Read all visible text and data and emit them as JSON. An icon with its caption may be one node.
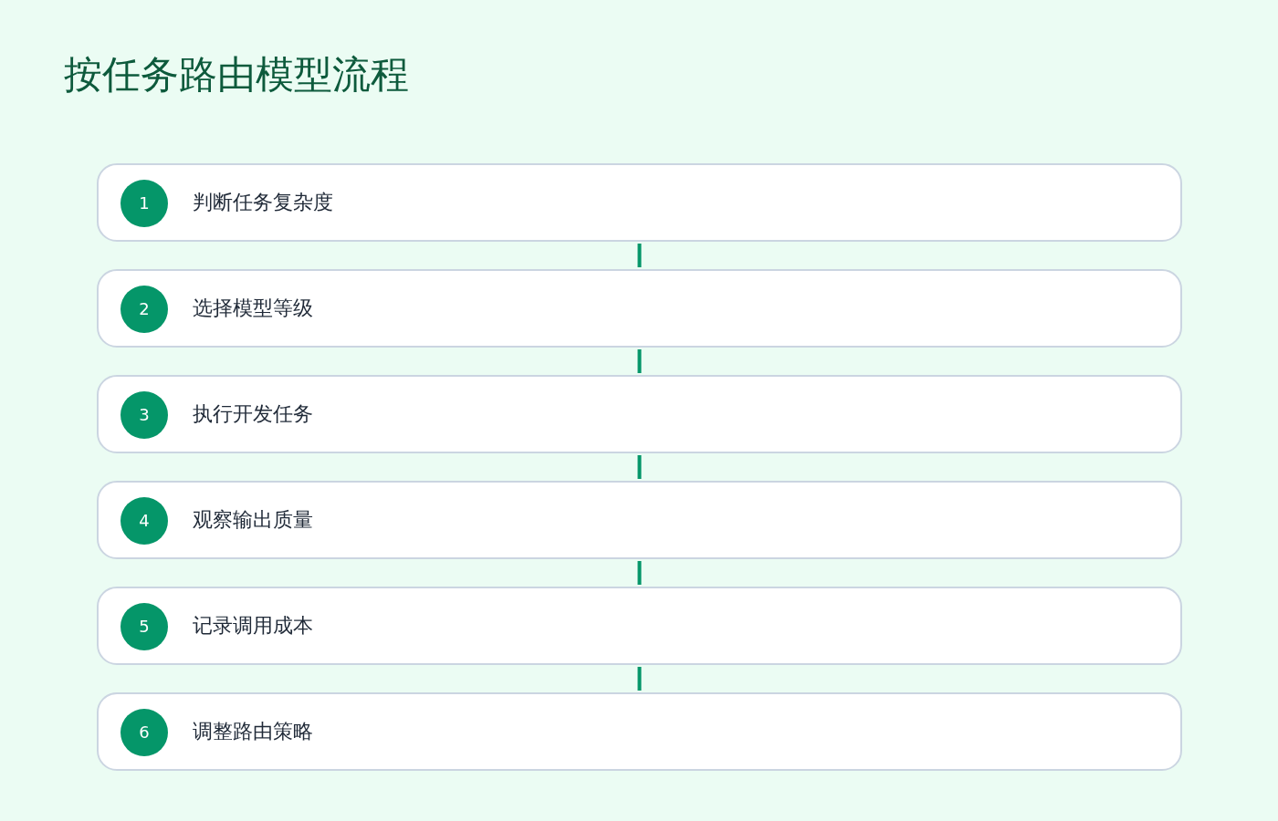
{
  "diagram": {
    "title": "按任务路由模型流程",
    "nodes": [
      {
        "text": [
          "1",
          "判断任务复杂度"
        ]
      },
      {
        "text": [
          "2",
          "选择模型等级"
        ]
      },
      {
        "text": [
          "3",
          "执行开发任务"
        ]
      },
      {
        "text": [
          "4",
          "观察输出质量"
        ]
      },
      {
        "text": [
          "5",
          "记录调用成本"
        ]
      },
      {
        "text": [
          "6",
          "调整路由策略"
        ]
      }
    ],
    "edges": [
      {
        "from": 0,
        "to": 1,
        "arrow": "none"
      },
      {
        "from": 1,
        "to": 2,
        "arrow": "none"
      },
      {
        "from": 2,
        "to": 3,
        "arrow": "none"
      },
      {
        "from": 3,
        "to": 4,
        "arrow": "none"
      },
      {
        "from": 4,
        "to": 5,
        "arrow": "none"
      }
    ]
  }
}
